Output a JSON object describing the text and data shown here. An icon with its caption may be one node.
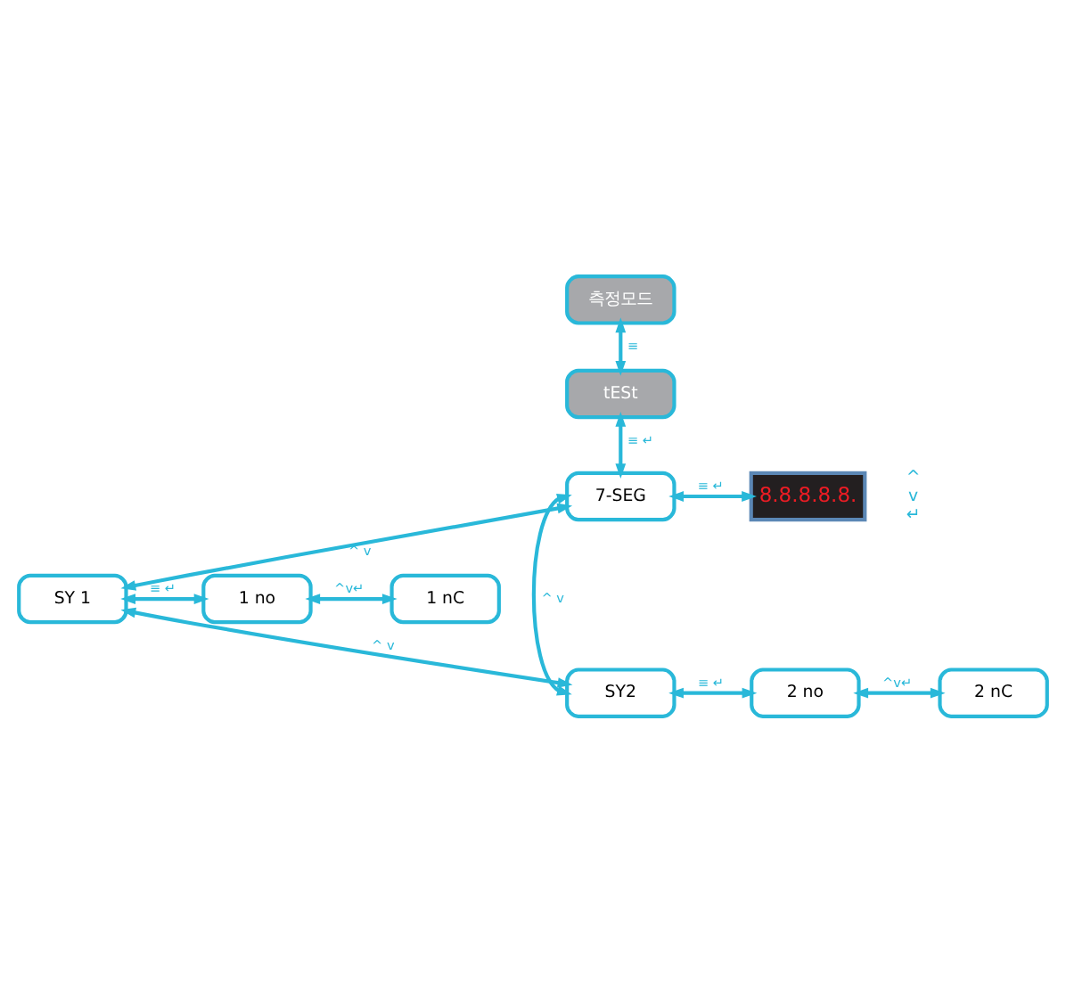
{
  "diagram": {
    "nodes": [
      {
        "text": [
          "측정모드"
        ]
      },
      {
        "text": [
          "tESt"
        ]
      },
      {
        "text": [
          "7-SEG"
        ]
      },
      {
        "text": [
          "8.8.8.8.8."
        ],
        "beside": [
          "^ v ↵"
        ]
      },
      {
        "text": [
          "SY 1"
        ]
      },
      {
        "text": [
          "1 no"
        ]
      },
      {
        "text": [
          "1 nC"
        ]
      },
      {
        "text": [
          "SY2"
        ]
      },
      {
        "text": [
          "2 no"
        ]
      },
      {
        "text": [
          "2 nC"
        ]
      }
    ],
    "edges": [
      {
        "from": 0,
        "to": 1,
        "arrow": "both",
        "label": "≡"
      },
      {
        "from": 1,
        "to": 2,
        "arrow": "both",
        "label": "≡ ↵"
      },
      {
        "from": 2,
        "to": 3,
        "arrow": "both",
        "label": "≡ ↵"
      },
      {
        "from": 2,
        "to": 4,
        "arrow": "both",
        "label": "^ v"
      },
      {
        "from": 4,
        "to": 5,
        "arrow": "both",
        "label": "≡ ↵"
      },
      {
        "from": 5,
        "to": 6,
        "arrow": "both",
        "label": "^v↵"
      },
      {
        "from": 4,
        "to": 7,
        "arrow": "both",
        "label": "^ v"
      },
      {
        "from": 7,
        "to": 8,
        "arrow": "both",
        "label": "≡ ↵"
      },
      {
        "from": 8,
        "to": 9,
        "arrow": "both",
        "label": "^v↵"
      },
      {
        "from": 7,
        "to": 2,
        "arrow": "both",
        "label": "^ v"
      }
    ]
  }
}
